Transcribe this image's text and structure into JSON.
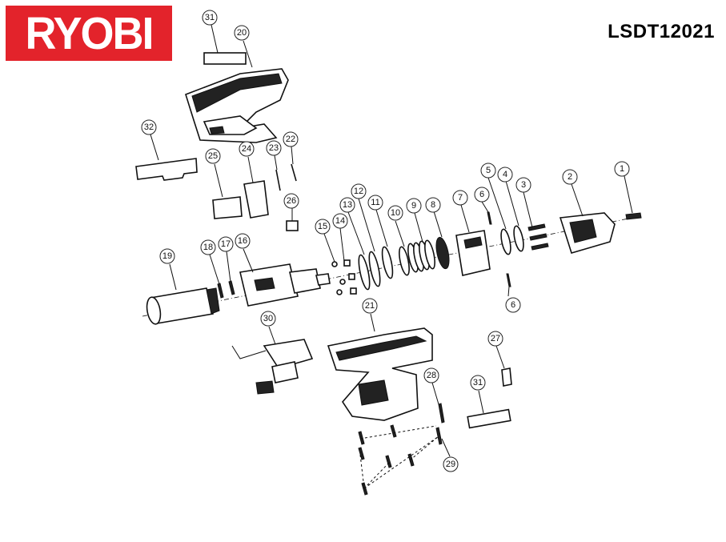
{
  "brand": "RYOBI",
  "model": "LSDT12021",
  "colors": {
    "brand_red": "#e3232b",
    "ink": "#111111"
  },
  "callouts": [
    "1",
    "2",
    "3",
    "4",
    "5",
    "6",
    "6",
    "7",
    "8",
    "9",
    "10",
    "11",
    "12",
    "13",
    "14",
    "15",
    "16",
    "17",
    "18",
    "19",
    "20",
    "21",
    "22",
    "23",
    "24",
    "25",
    "26",
    "27",
    "28",
    "29",
    "30",
    "31",
    "31",
    "32"
  ]
}
